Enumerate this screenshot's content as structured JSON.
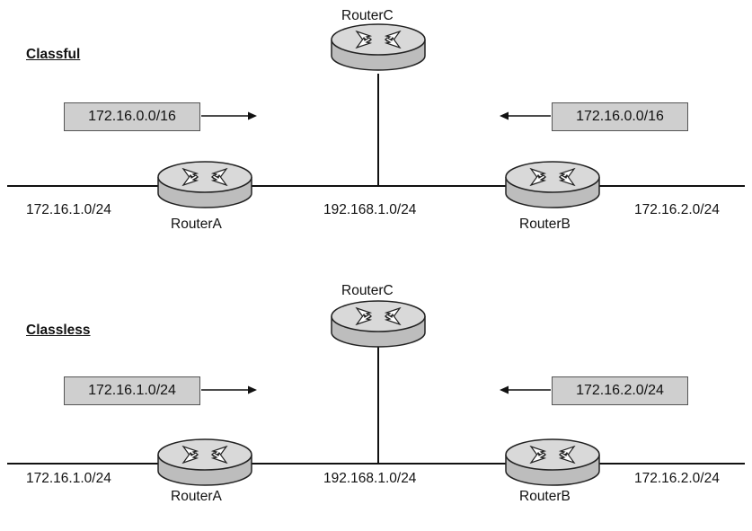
{
  "colors": {
    "box_fill": "#cfcfcf",
    "router_top": "#d9d9d9",
    "router_side": "#bdbdbd",
    "line": "#111111"
  },
  "panels": [
    {
      "heading": "Classful",
      "routerC": "RouterC",
      "routerA": "RouterA",
      "routerB": "RouterB",
      "left_net": "172.16.1.0/24",
      "middle_net": "192.168.1.0/24",
      "right_net": "172.16.2.0/24",
      "left_advert": "172.16.0.0/16",
      "right_advert": "172.16.0.0/16"
    },
    {
      "heading": "Classless",
      "routerC": "RouterC",
      "routerA": "RouterA",
      "routerB": "RouterB",
      "left_net": "172.16.1.0/24",
      "middle_net": "192.168.1.0/24",
      "right_net": "172.16.2.0/24",
      "left_advert": "172.16.1.0/24",
      "right_advert": "172.16.2.0/24"
    }
  ]
}
